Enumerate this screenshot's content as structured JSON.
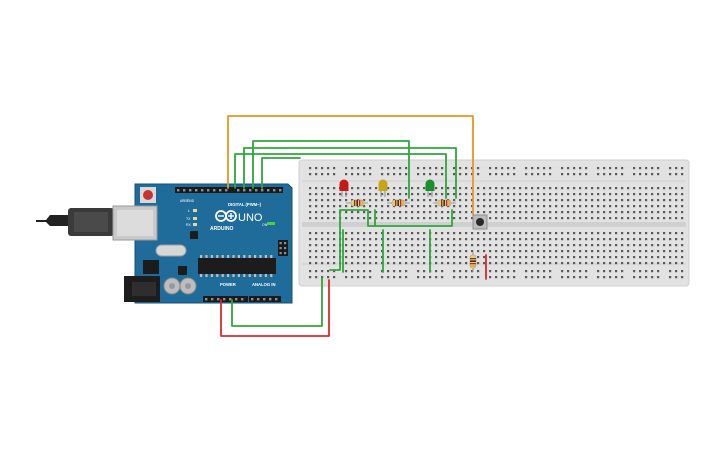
{
  "board": {
    "model_label": "UNO",
    "brand_label": "ARDUINO",
    "digital_header_label": "DIGITAL (PWM~)",
    "power_header_label": "POWER",
    "analog_header_label": "ANALOG IN",
    "on_label": "ON",
    "tx_label": "TX",
    "rx_label": "RX",
    "l_label": "L",
    "aref_label": "AREF",
    "gnd_label": "GND"
  },
  "wires": {
    "orange": "#e8961e",
    "green": "#2fa63a",
    "red": "#d8282c"
  },
  "components": {
    "led_colors": [
      "#c41a1a",
      "#c7a41a",
      "#1a8f2b"
    ],
    "resistor_body": "#e8c98c",
    "board_color": "#1f6c9a",
    "breadboard_color": "#e2e2e2"
  }
}
